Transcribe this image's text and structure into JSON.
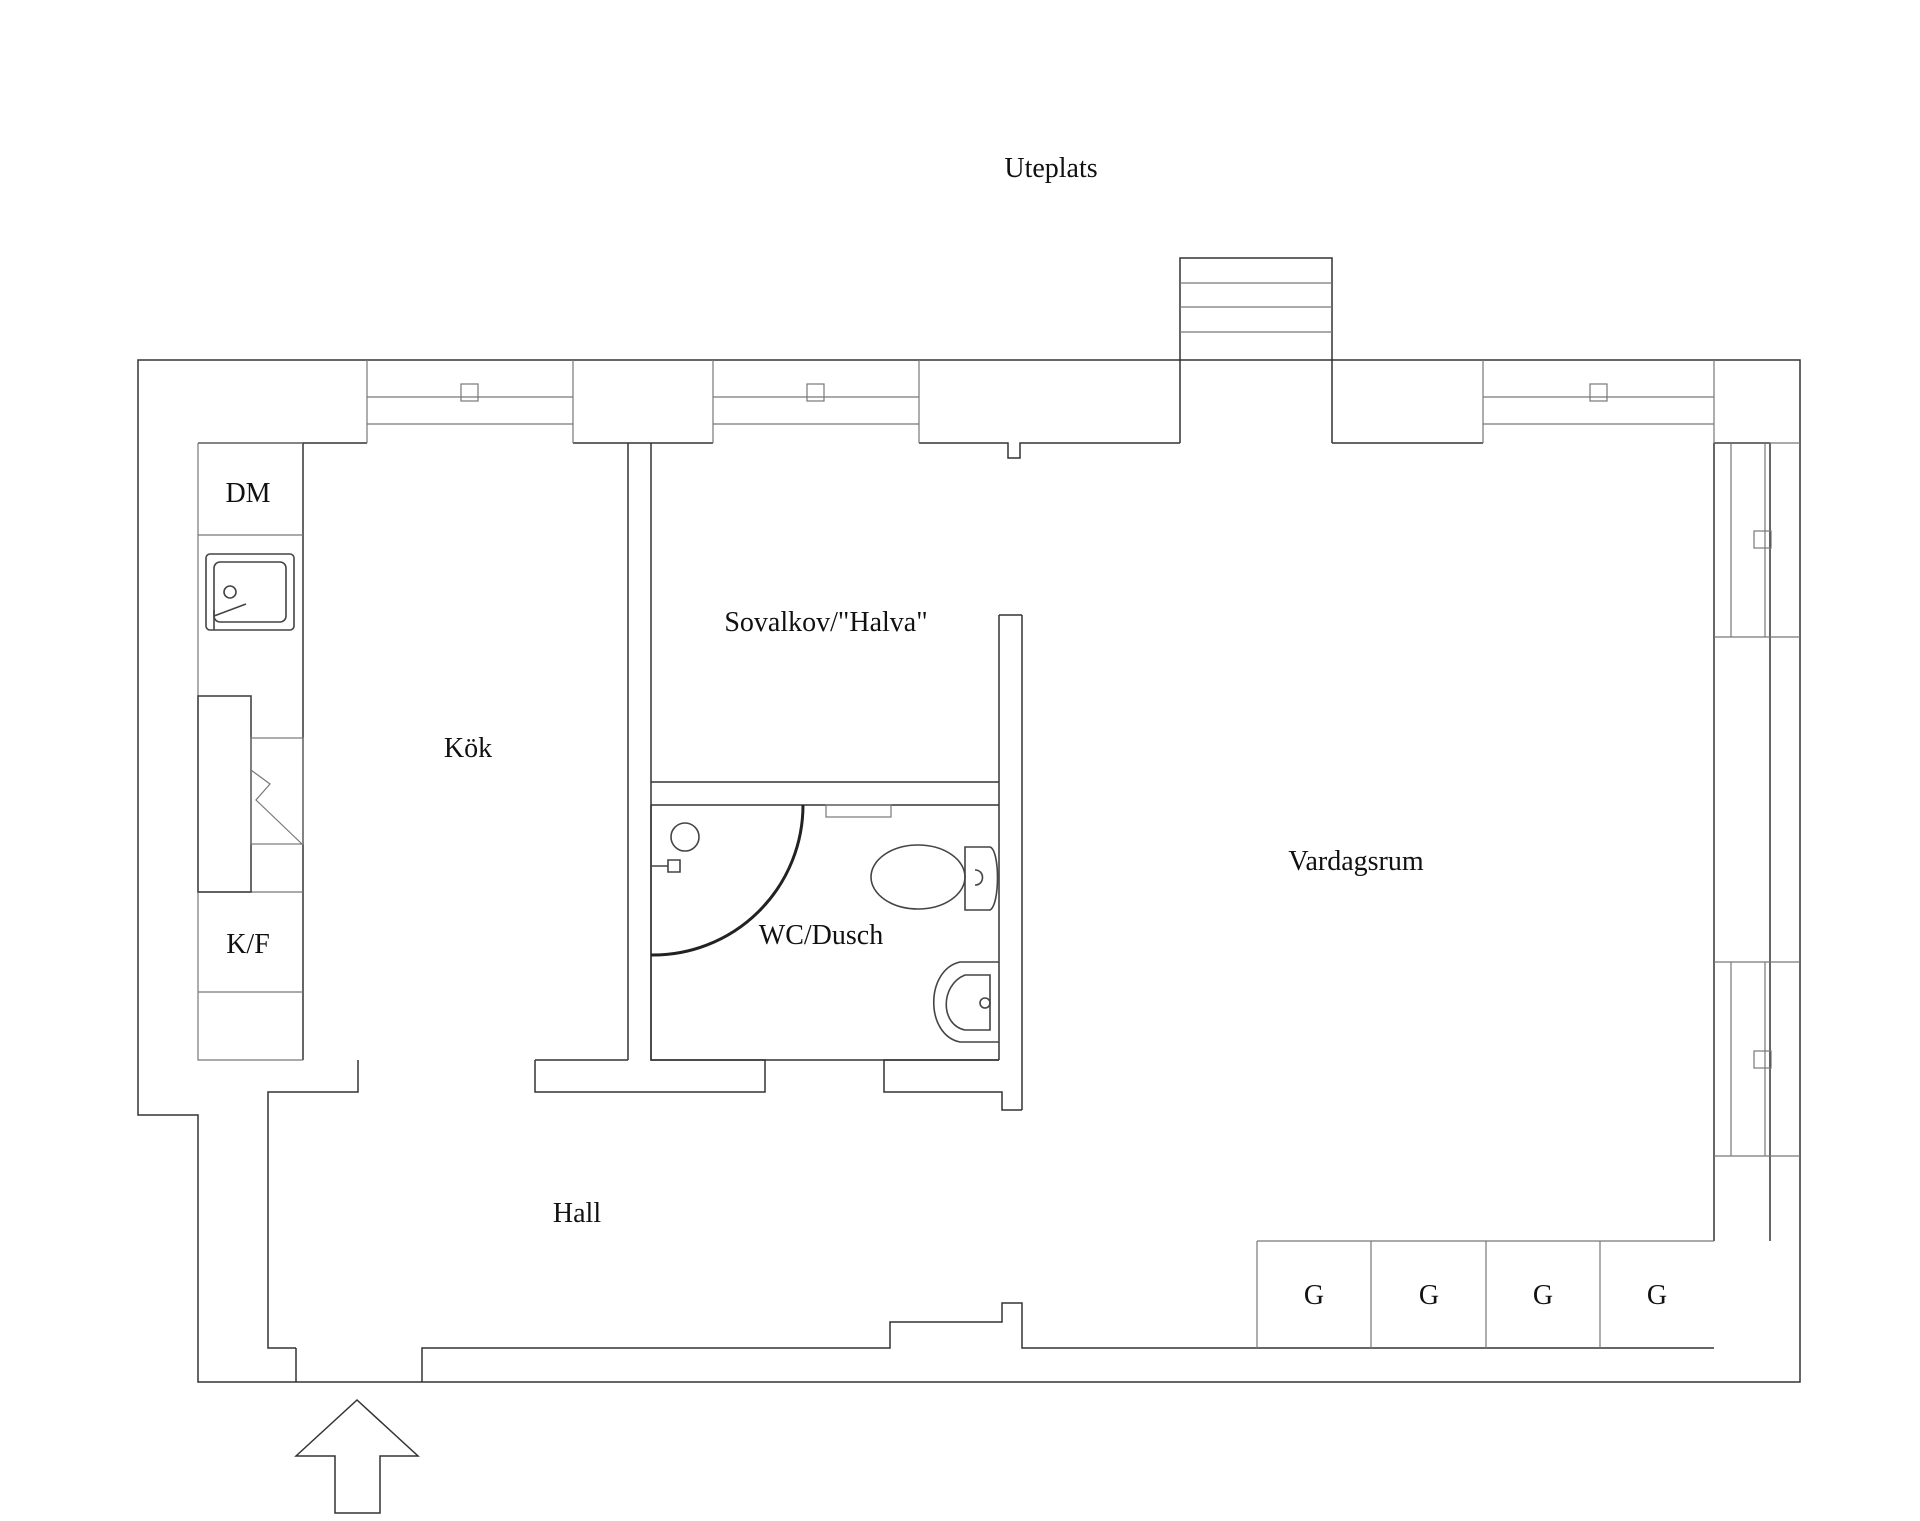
{
  "labels": {
    "uteplats": "Uteplats",
    "kok": "Kök",
    "dm": "DM",
    "kf": "K/F",
    "sovalkov": "Sovalkov/\"Halva\"",
    "wc": "WC/Dusch",
    "vardagsrum": "Vardagsrum",
    "hall": "Hall",
    "g1": "G",
    "g2": "G",
    "g3": "G",
    "g4": "G"
  },
  "colors": {
    "wall": "#333333",
    "background": "#ffffff"
  },
  "icons": [
    "sink-icon",
    "stove-icon",
    "toilet-icon",
    "washbasin-icon",
    "shower-icon",
    "entrance-arrow-icon"
  ]
}
